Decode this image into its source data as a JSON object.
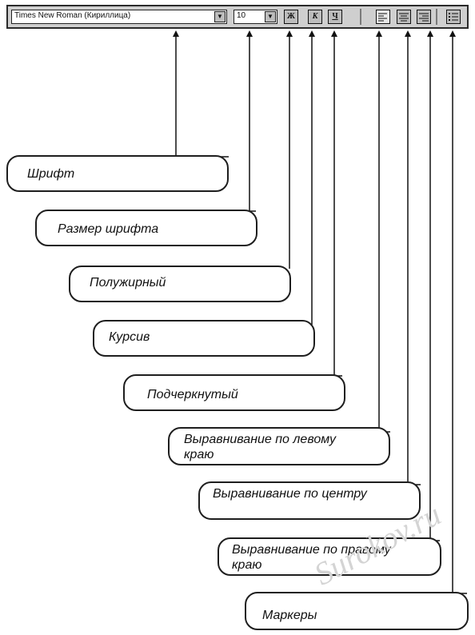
{
  "toolbar": {
    "font_name": "Times New Roman (Кириллица)",
    "font_size": "10",
    "bold_glyph": "Ж",
    "italic_glyph": "К",
    "underline_glyph": "Ч",
    "dropdown_arrow": "▼"
  },
  "labels": {
    "font": "Шрифт",
    "font_size": "Размер шрифта",
    "bold": "Полужирный",
    "italic": "Курсив",
    "underline": "Подчеркнутый",
    "align_left_line1": "Выравнивание по левому",
    "align_left_line2": "краю",
    "align_center": "Выравнивание по центру",
    "align_right_line1": "Выравнивание по правому",
    "align_right_line2": "краю",
    "markers": "Маркеры"
  },
  "watermark": "Surokov.ru"
}
